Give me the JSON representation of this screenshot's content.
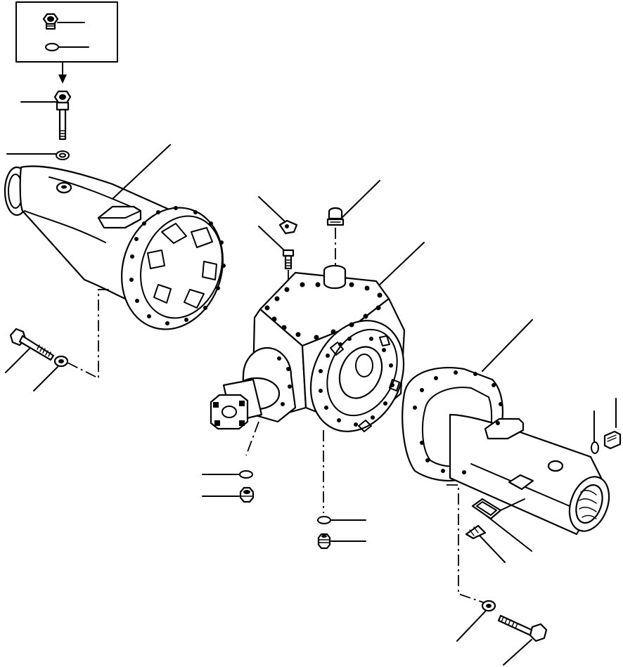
{
  "figure": {
    "kind": "exploded parts diagram",
    "colors": {
      "line": "#000000",
      "background": "#ffffff"
    },
    "parts": [
      {
        "id": "kit-plug",
        "icon": "hex-plug-icon"
      },
      {
        "id": "kit-seal",
        "icon": "o-ring-icon"
      },
      {
        "id": "breather-plug",
        "icon": "breather-icon"
      },
      {
        "id": "breather-washer",
        "icon": "washer-icon"
      },
      {
        "id": "left-axle-housing",
        "icon": "axle-housing-icon"
      },
      {
        "id": "housing-bolt-left",
        "icon": "bolt-icon"
      },
      {
        "id": "housing-washer-left",
        "icon": "washer-icon"
      },
      {
        "id": "vent-fitting",
        "icon": "fitting-icon"
      },
      {
        "id": "top-plug",
        "icon": "plug-icon"
      },
      {
        "id": "top-pin",
        "icon": "pin-icon"
      },
      {
        "id": "center-housing",
        "icon": "differential-housing-icon"
      },
      {
        "id": "pinion-seal-ring",
        "icon": "o-ring-icon"
      },
      {
        "id": "pinion-plug",
        "icon": "plug-icon"
      },
      {
        "id": "drain-seal-ring",
        "icon": "o-ring-icon"
      },
      {
        "id": "drain-plug",
        "icon": "plug-icon"
      },
      {
        "id": "right-axle-housing",
        "icon": "axle-housing-icon"
      },
      {
        "id": "fill-seal-ring",
        "icon": "o-ring-icon"
      },
      {
        "id": "fill-plug",
        "icon": "plug-icon"
      },
      {
        "id": "cover-plate",
        "icon": "plate-icon"
      },
      {
        "id": "drive-screw",
        "icon": "screw-icon"
      },
      {
        "id": "housing-washer-right",
        "icon": "washer-icon"
      },
      {
        "id": "housing-bolt-right",
        "icon": "bolt-icon"
      }
    ]
  }
}
